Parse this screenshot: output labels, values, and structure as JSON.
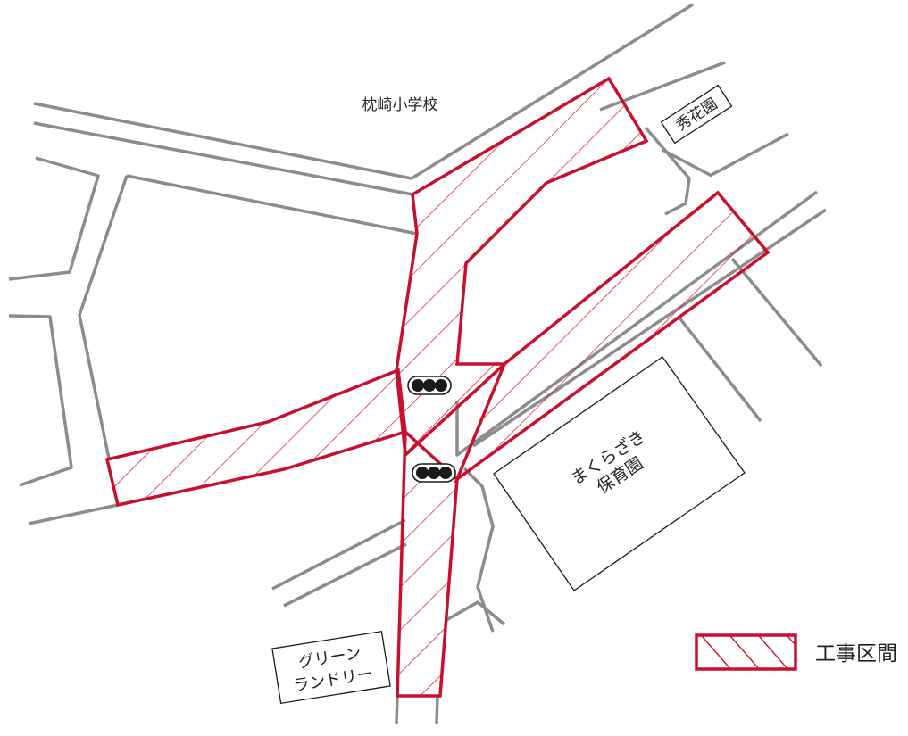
{
  "colors": {
    "road": "#8c8c8c",
    "construction": "#c8102e",
    "signal": "#1a1a1a",
    "text": "#222222"
  },
  "places": {
    "school": "枕崎小学校",
    "shukaen": "秀花園",
    "nursery_line1": "まくらざき",
    "nursery_line2": "保育園",
    "laundry_line1": "グリーン",
    "laundry_line2": "ランドリー"
  },
  "legend": {
    "label": "工事区間"
  },
  "icons": {
    "traffic_signal": "traffic-signal-icon",
    "hatch": "hatch-swatch"
  }
}
